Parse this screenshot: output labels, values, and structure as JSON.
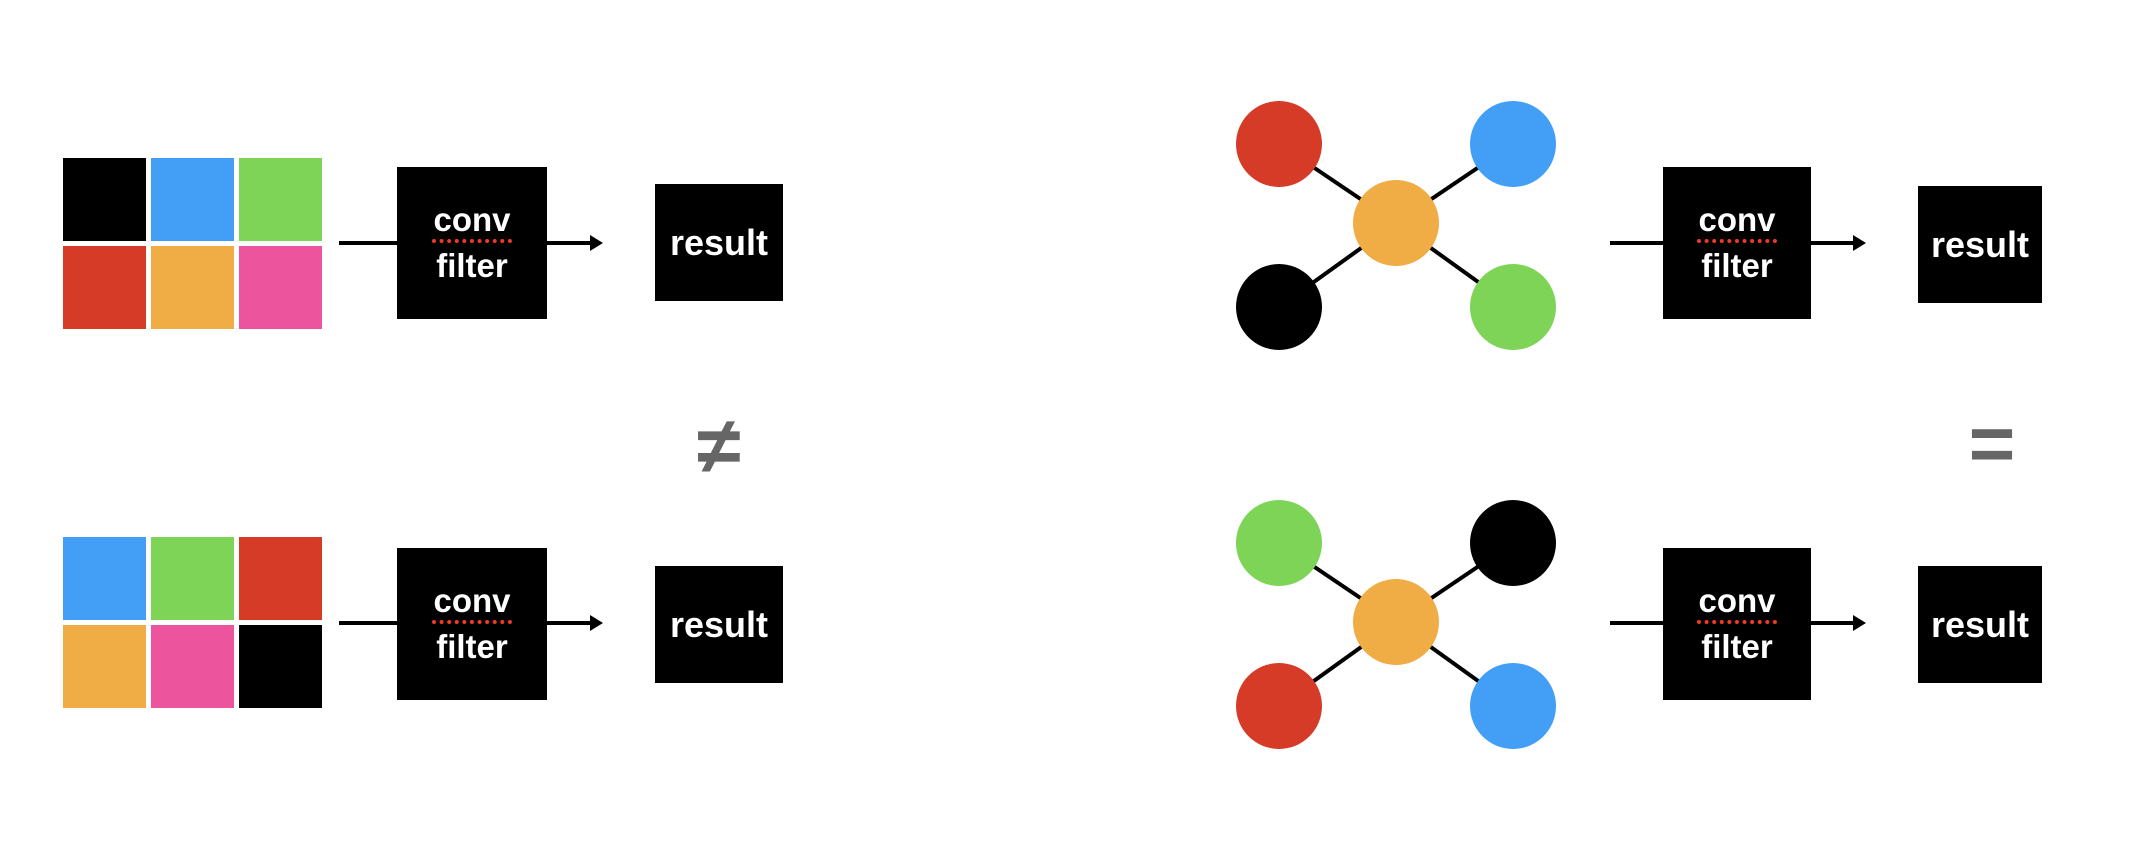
{
  "figure": {
    "background": "#ffffff",
    "palette": {
      "black": "#000000",
      "blue": "#429FF5",
      "green": "#7DD457",
      "red": "#D63B27",
      "orange": "#F0AC45",
      "pink": "#EC549D"
    },
    "style": {
      "edge_color": "#000000",
      "operator_color": "#666666",
      "box_color": "#000000",
      "box_text_color": "#ffffff",
      "conv_underline_color": "#f0392b"
    },
    "labels": {
      "conv_line1": "conv",
      "conv_line2": "filter",
      "result": "result"
    },
    "operators": {
      "grid_comparison": "≠",
      "graph_comparison": "="
    },
    "grid_pipelines": [
      {
        "id": "grid-top",
        "cells": [
          [
            "black",
            "blue",
            "green"
          ],
          [
            "red",
            "orange",
            "pink"
          ]
        ]
      },
      {
        "id": "grid-bottom",
        "cells": [
          [
            "blue",
            "green",
            "red"
          ],
          [
            "orange",
            "pink",
            "black"
          ]
        ]
      }
    ],
    "graph_pipelines": [
      {
        "id": "graph-top",
        "nodes": {
          "center": "orange",
          "top_left": "red",
          "top_right": "blue",
          "bottom_left": "black",
          "bottom_right": "green"
        }
      },
      {
        "id": "graph-bottom",
        "nodes": {
          "center": "orange",
          "top_left": "green",
          "top_right": "black",
          "bottom_left": "red",
          "bottom_right": "blue"
        }
      }
    ]
  }
}
